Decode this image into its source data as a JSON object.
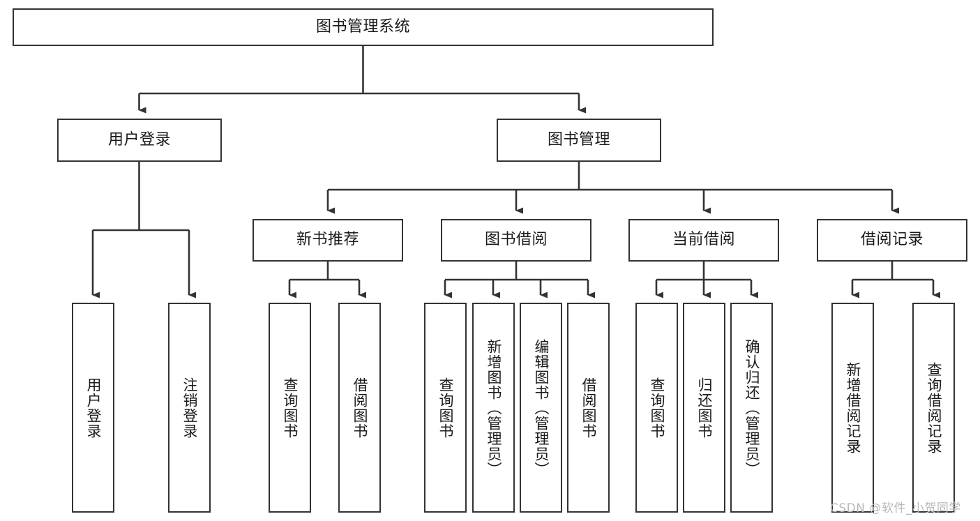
{
  "diagram": {
    "title": "图书管理系统",
    "type": "tree-hierarchy-chart",
    "watermark": "CSDN @软件_小贺同学",
    "colors": {
      "box_border": "#333333",
      "box_fill": "#ffffff",
      "edge": "#333333",
      "text": "#1a1a1a",
      "watermark": "#b8b8b8",
      "background": "#ffffff"
    },
    "root": {
      "label": "图书管理系统"
    },
    "level2": [
      {
        "label": "用户登录"
      },
      {
        "label": "图书管理"
      }
    ],
    "level3": [
      {
        "label": "新书推荐"
      },
      {
        "label": "图书借阅"
      },
      {
        "label": "当前借阅"
      },
      {
        "label": "借阅记录"
      }
    ],
    "leaves": {
      "user_login": [
        {
          "label": "用户登录"
        },
        {
          "label": "注销登录"
        }
      ],
      "new_book_recommend": [
        {
          "label": "查询图书"
        },
        {
          "label": "借阅图书"
        }
      ],
      "book_borrow": [
        {
          "label": "查询图书"
        },
        {
          "label": "新增图书（管理员）"
        },
        {
          "label": "编辑图书（管理员）"
        },
        {
          "label": "借阅图书"
        }
      ],
      "current_borrow": [
        {
          "label": "查询图书"
        },
        {
          "label": "归还图书"
        },
        {
          "label": "确认归还（管理员）"
        }
      ],
      "borrow_records": [
        {
          "label": "新增借阅记录"
        },
        {
          "label": "查询借阅记录"
        }
      ]
    }
  }
}
